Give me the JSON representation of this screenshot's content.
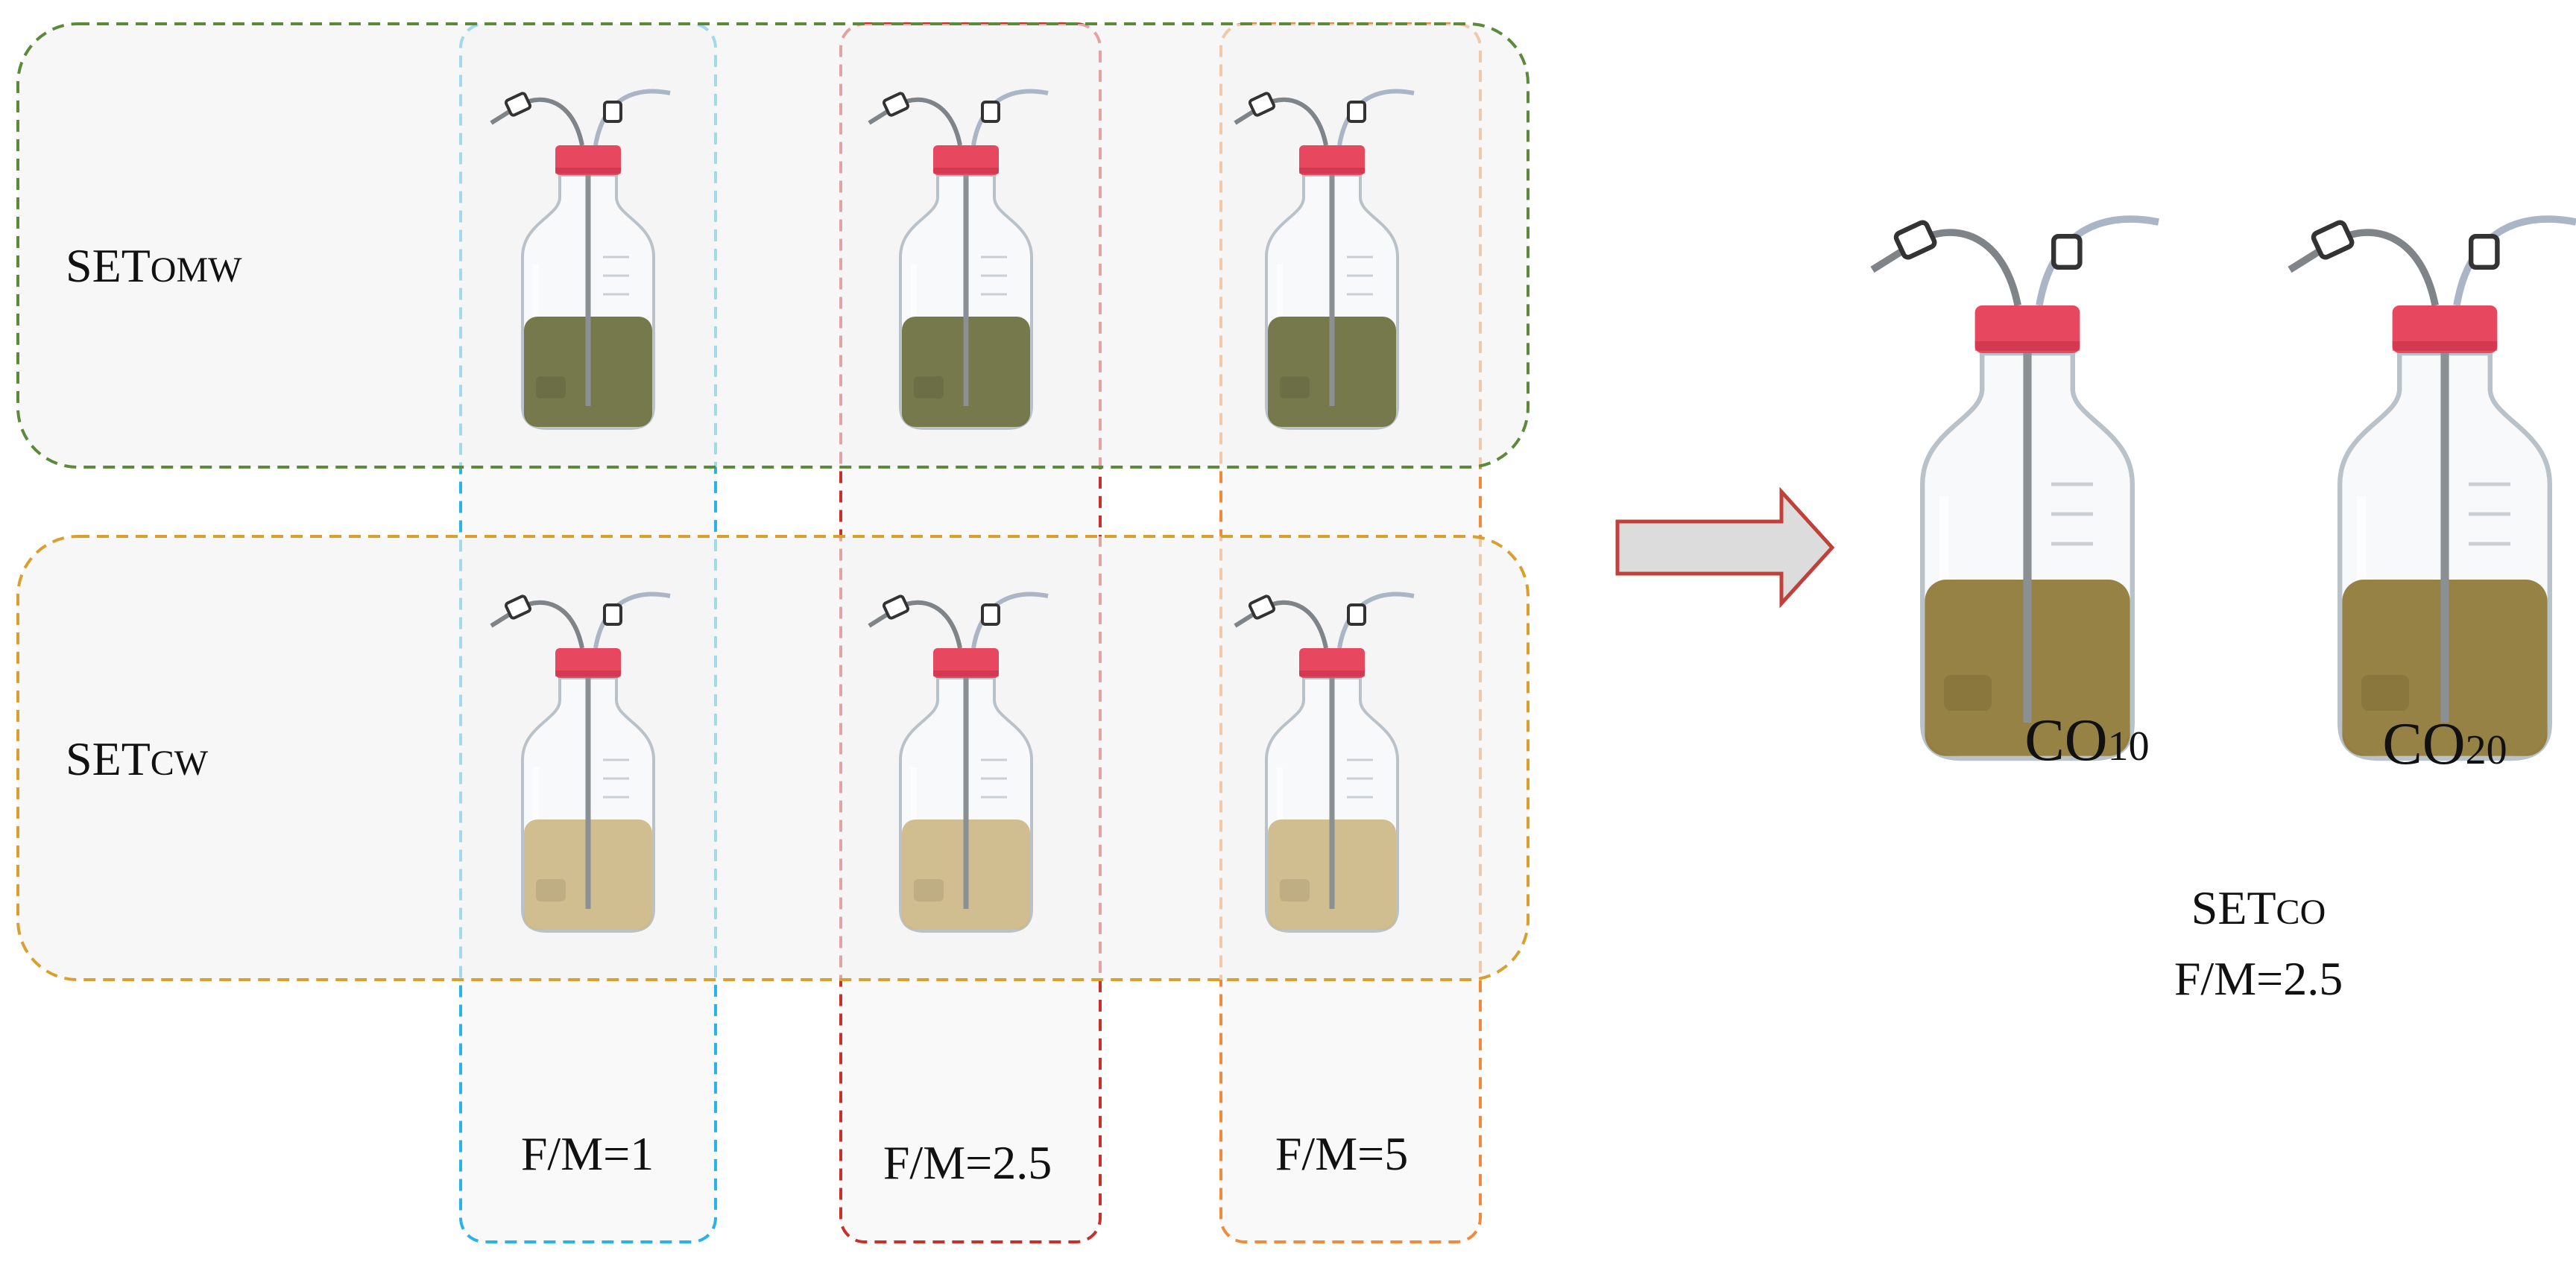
{
  "colors": {
    "omw_liquid": "#6f7242",
    "cw_liquid": "#cdb98a",
    "co_liquid": "#8f7b3a",
    "cap": "#e8485f",
    "set_omw_border": "#5a8a3a",
    "set_cw_border": "#d9a030",
    "fm1_border": "#2ab3e6",
    "fm25_border": "#c8302c",
    "fm5_border": "#f08a3c",
    "arrow_fill": "#dcdcdc",
    "arrow_stroke": "#c0403a"
  },
  "sets": {
    "omw": {
      "main": "SET",
      "sub": "OMW"
    },
    "cw": {
      "main": "SET",
      "sub": "CW"
    }
  },
  "columns": [
    {
      "label": "F/M=1"
    },
    {
      "label": "F/M=2.5"
    },
    {
      "label": "F/M=5"
    }
  ],
  "result": {
    "set_main": "SET",
    "set_sub": "CO",
    "fm": "F/M=2.5",
    "bottles": [
      {
        "main": "CO",
        "sub": "10"
      },
      {
        "main": "CO",
        "sub": "20"
      }
    ]
  },
  "icons": {
    "bottle": "reagent-bottle-icon",
    "arrow": "right-arrow-icon"
  }
}
